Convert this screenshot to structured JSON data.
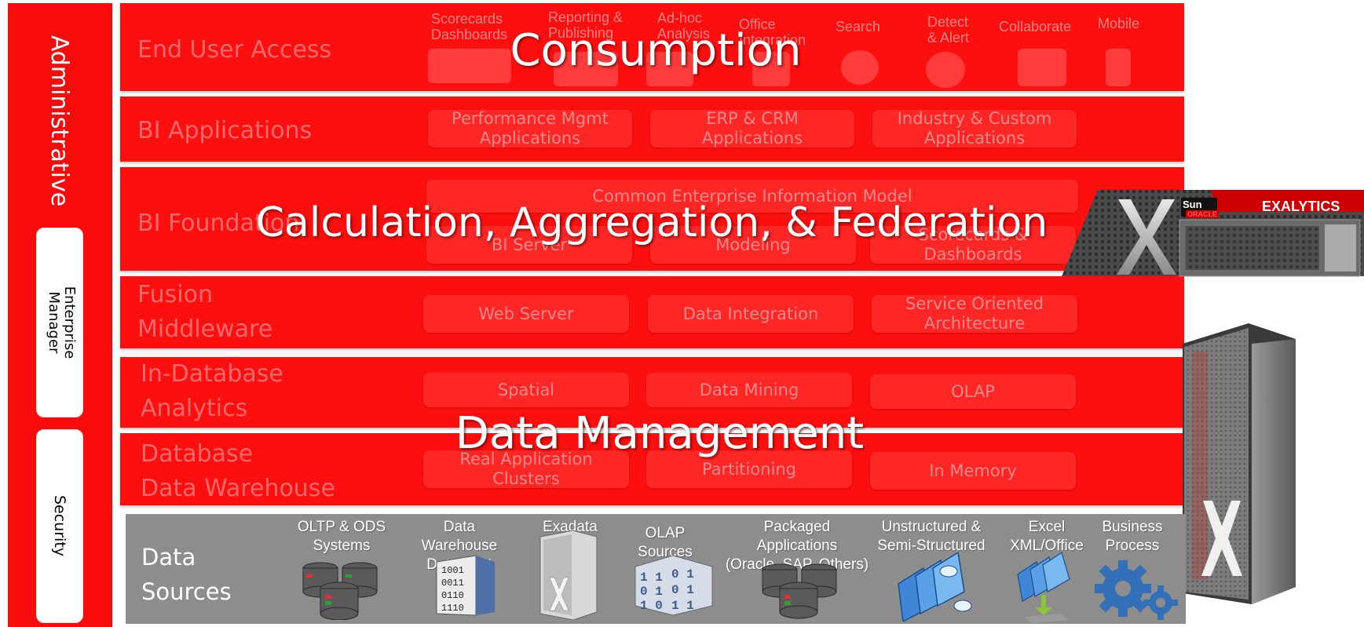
{
  "admin": {
    "title": "Administrative",
    "enterprise_manager": "Enterprise\nManager",
    "security": "Security"
  },
  "layers": {
    "end_user_access": {
      "label": "End User Access",
      "items": [
        "Scorecards\nDashboards",
        "Reporting &\nPublishing",
        "Ad-hoc\nAnalysis",
        "Office\nIntegration",
        "Search",
        "Detect\n& Alert",
        "Collaborate",
        "Mobile"
      ]
    },
    "bi_applications": {
      "label": "BI Applications",
      "boxes": [
        "Performance Mgmt\nApplications",
        "ERP & CRM\nApplications",
        "Industry  & Custom\nApplications"
      ]
    },
    "bi_foundation": {
      "label": "BI Foundation",
      "model": "Common Enterprise Information Model",
      "boxes": [
        "BI Server",
        "Modeling",
        "Scorecards &\nDashboards"
      ]
    },
    "fusion_middleware": {
      "label": "Fusion\nMiddleware",
      "boxes": [
        "Web Server",
        "Data Integration",
        "Service Oriented\nArchitecture"
      ]
    },
    "in_database_analytics": {
      "label": "In-Database\nAnalytics",
      "boxes": [
        "Spatial",
        "Data Mining",
        "OLAP"
      ]
    },
    "database": {
      "label": "Database\nData Warehouse",
      "boxes": [
        "Real Application\nClusters",
        "Partitioning",
        "In Memory"
      ]
    }
  },
  "headings": {
    "consumption": "Consumption",
    "calculation": "Calculation, Aggregation, & Federation",
    "data_management": "Data Management"
  },
  "exalytics": {
    "brand": "EXALYTICS",
    "sun": "Sun",
    "oracle": "ORACLE"
  },
  "data_sources": {
    "title": "Data\nSources",
    "items": [
      {
        "label": "OLTP & ODS\nSystems",
        "icon": "database-cluster-icon"
      },
      {
        "label": "Data Warehouse\nData Mart",
        "icon": "binary-building-icon"
      },
      {
        "label": "Exadata",
        "icon": "server-rack-icon"
      },
      {
        "label": "OLAP\nSources",
        "icon": "binary-cube-icon"
      },
      {
        "label": "Packaged\nApplications\n(Oracle, SAP, Others)",
        "icon": "database-cluster-icon"
      },
      {
        "label": "Unstructured &\nSemi-Structured",
        "icon": "url-folders-icon"
      },
      {
        "label": "Excel\nXML/Office",
        "icon": "office-documents-icon"
      },
      {
        "label": "Business\nProcess",
        "icon": "gears-icon"
      }
    ]
  }
}
